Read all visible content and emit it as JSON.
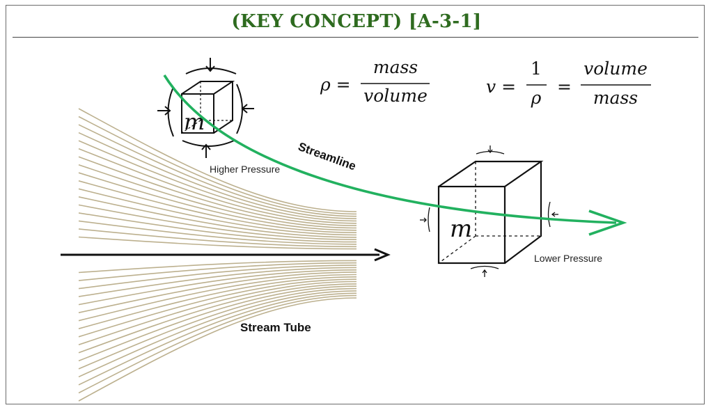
{
  "header": {
    "title": "(KEY CONCEPT) [A-3-1]",
    "title_color": "#2e6b1f"
  },
  "diagram": {
    "labels": {
      "higher_pressure": "Higher Pressure",
      "lower_pressure": "Lower Pressure",
      "streamline": "Streamline",
      "stream_tube": "Stream Tube",
      "mass_symbol": "m"
    },
    "equations": {
      "density": {
        "lhs": "ρ =",
        "numerator": "mass",
        "denominator": "volume"
      },
      "specific_volume": {
        "lhs": "v =",
        "frac1_numerator": "1",
        "frac1_denominator": "ρ",
        "equals": "=",
        "frac2_numerator": "volume",
        "frac2_denominator": "mass"
      }
    },
    "colors": {
      "streamline": "#22b15f",
      "stream_tube_lines": "#bcb08e",
      "ink": "#111111"
    },
    "icons": [
      "compression-arrow-icon",
      "flow-direction-arrow-icon",
      "streamline-arrowhead-icon"
    ]
  }
}
